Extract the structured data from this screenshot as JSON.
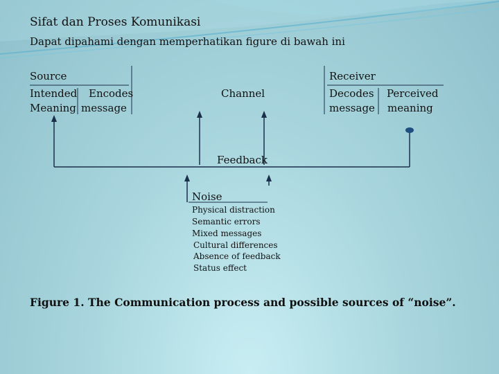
{
  "slide": {
    "title": "Sifat dan Proses Komunikasi",
    "subtitle": "Dapat dipahami dengan memperhatikan figure di bawah ini"
  },
  "diagram": {
    "source_label": "Source",
    "receiver_label": "Receiver",
    "intended_meaning": [
      "Intended",
      "Meaning"
    ],
    "encodes_message": [
      "Encodes",
      "message"
    ],
    "channel_label": "Channel",
    "decodes_message": [
      "Decodes",
      "message"
    ],
    "perceived_meaning": [
      "Perceived",
      "meaning"
    ],
    "feedback_label": "Feedback",
    "noise_label": "Noise",
    "noise_items": [
      "Physical distraction",
      "Semantic errors",
      "Mixed messages",
      "Cultural differences",
      "Absence of feedback",
      "Status effect"
    ]
  },
  "caption": "Figure 1. The Communication process and possible sources of “noise”.",
  "colors": {
    "background_light": "#c8eef3",
    "background_dark": "#8fc0cb",
    "accent_swoosh": "#4aa8c8",
    "line": "#1a2f4a"
  }
}
